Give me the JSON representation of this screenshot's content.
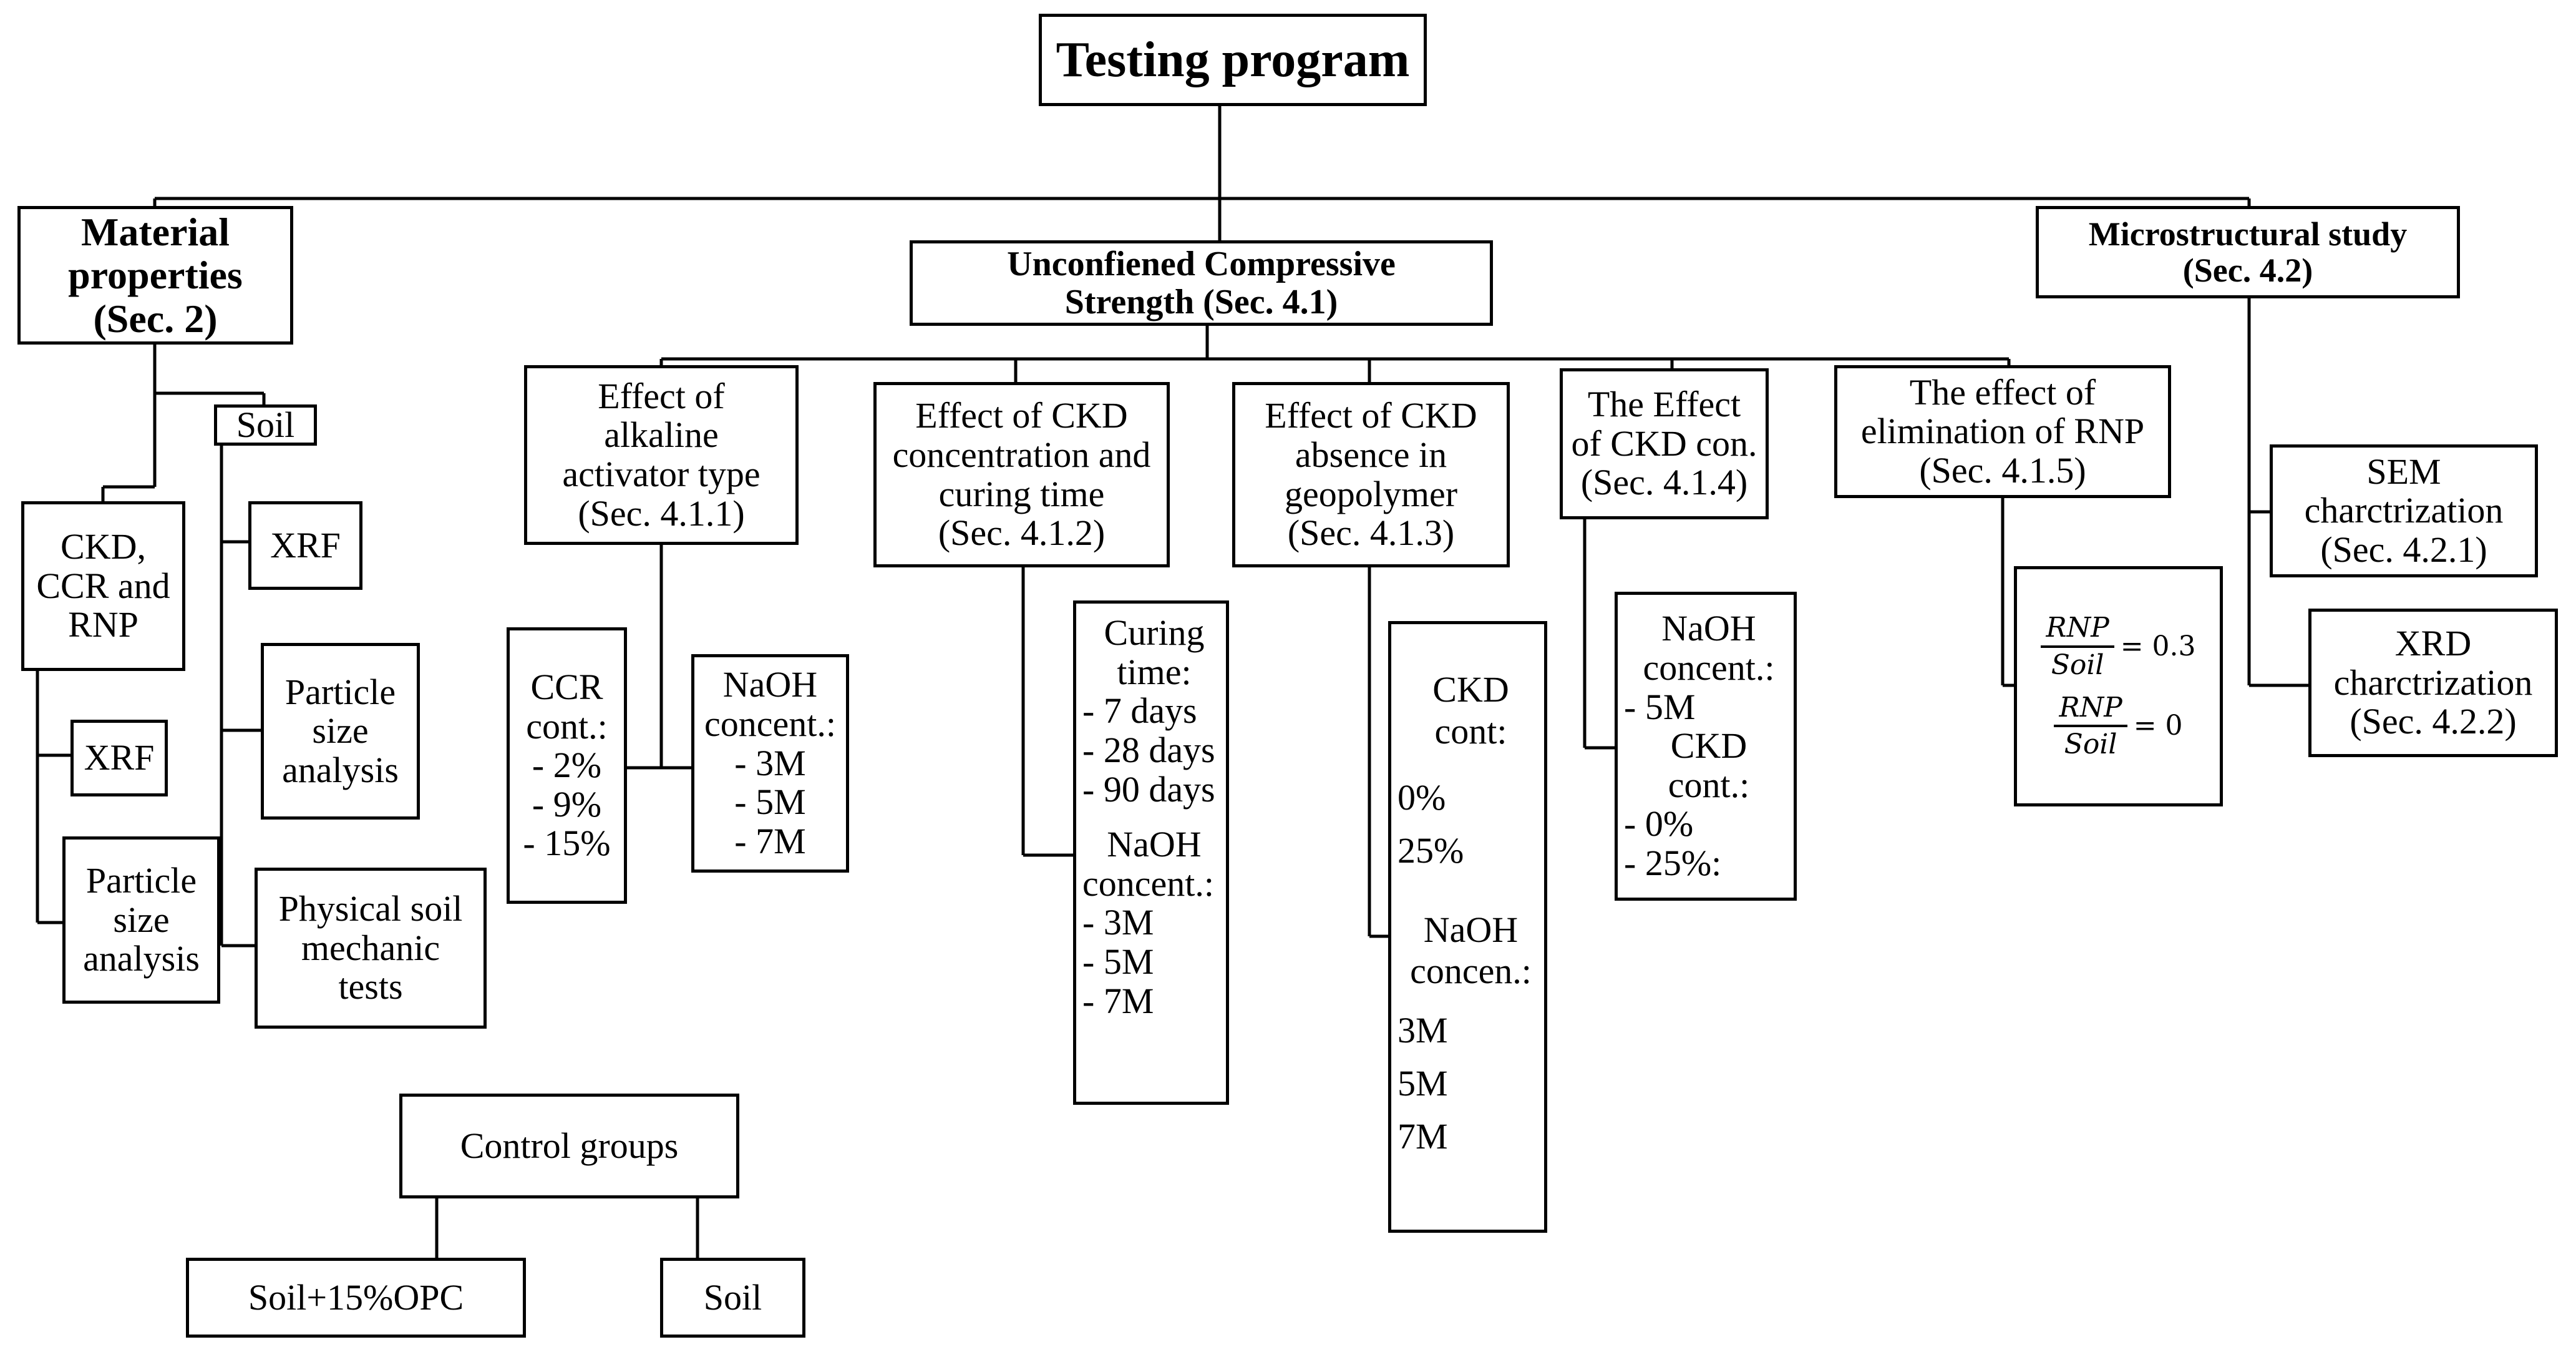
{
  "root": {
    "title": "Testing program"
  },
  "material": {
    "title": "Material properties (Sec. 2)",
    "lines": [
      "Material",
      "properties",
      "(Sec. 2)"
    ],
    "ckd_group": {
      "lines": [
        "CKD,",
        "CCR and",
        "RNP"
      ]
    },
    "ckd_xrf": "XRF",
    "ckd_psa": {
      "lines": [
        "Particle",
        "size",
        "analysis"
      ]
    },
    "soil": "Soil",
    "soil_xrf": "XRF",
    "soil_psa": {
      "lines": [
        "Particle",
        "size",
        "analysis"
      ]
    },
    "soil_phys": {
      "lines": [
        "Physical soil",
        "mechanic",
        "tests"
      ]
    }
  },
  "ucs": {
    "lines": [
      "Unconfiened Compressive",
      "Strength (Sec. 4.1)"
    ],
    "b1": {
      "lines": [
        "Effect of",
        "alkaline",
        "activator type",
        "(Sec. 4.1.1)"
      ],
      "ccr": [
        "CCR",
        "cont.:",
        "- 2%",
        "- 9%",
        "- 15%"
      ],
      "naoh": [
        "NaOH",
        "concent.:",
        "- 3M",
        "- 5M",
        "- 7M"
      ]
    },
    "b2": {
      "lines": [
        "Effect of CKD",
        "concentration and",
        "curing time",
        "(Sec. 4.1.2)"
      ],
      "curing": [
        "Curing",
        "time:",
        "- 7 days",
        "- 28 days",
        "- 90 days"
      ],
      "naoh": [
        "NaOH",
        "concent.:",
        "- 3M",
        "- 5M",
        "- 7M"
      ]
    },
    "b3": {
      "lines": [
        "Effect of CKD",
        "absence in",
        "geopolymer",
        "(Sec. 4.1.3)"
      ],
      "ckd": [
        "CKD",
        "cont:"
      ],
      "ckd_vals": [
        "0%",
        "25%"
      ],
      "naoh": [
        "NaOH",
        "concen.:"
      ],
      "naoh_vals": [
        "3M",
        "5M",
        "7M"
      ]
    },
    "b4": {
      "lines": [
        "The Effect",
        "of CKD con.",
        "(Sec. 4.1.4)"
      ],
      "details": [
        "NaOH",
        "concent.:",
        "- 5M",
        "CKD",
        "cont.:",
        "- 0%",
        "- 25%:"
      ]
    },
    "b5": {
      "lines": [
        "The effect of",
        "elimination of RNP",
        "(Sec. 4.1.5)"
      ],
      "ratio1": {
        "num": "RNP",
        "den": "Soil",
        "value": "= 0.3"
      },
      "ratio2": {
        "num": "RNP",
        "den": "Soil",
        "value": "= 0"
      }
    }
  },
  "micro": {
    "lines": [
      "Microstructural study",
      "(Sec. 4.2)"
    ],
    "sem": [
      "SEM",
      "charctrization",
      "(Sec. 4.2.1)"
    ],
    "xrd": [
      "XRD",
      "charctrization",
      "(Sec. 4.2.2)"
    ]
  },
  "control": {
    "title": "Control groups",
    "g1": "Soil+15%OPC",
    "g2": "Soil"
  }
}
